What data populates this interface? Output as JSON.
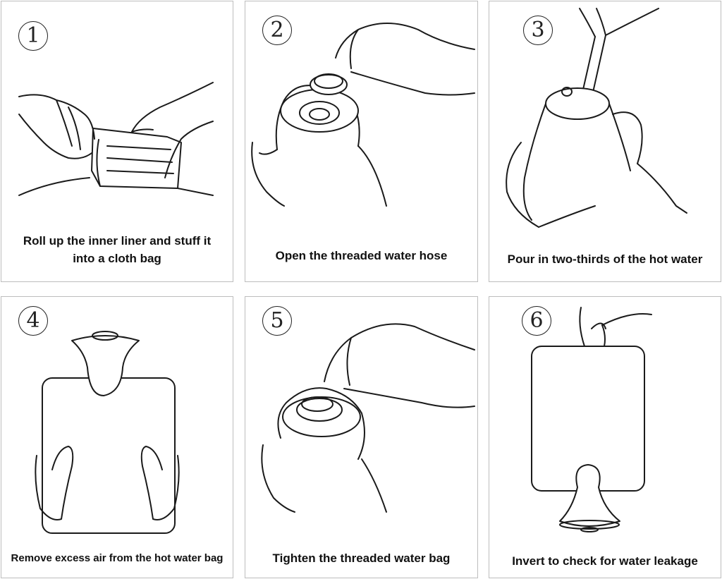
{
  "steps": [
    {
      "number": "1",
      "caption": "Roll up the inner liner and stuff it into a cloth bag"
    },
    {
      "number": "2",
      "caption": "Open the threaded water hose"
    },
    {
      "number": "3",
      "caption": "Pour in two-thirds of the hot water"
    },
    {
      "number": "4",
      "caption": "Remove excess air from the hot water bag"
    },
    {
      "number": "5",
      "caption": "Tighten the threaded water bag"
    },
    {
      "number": "6",
      "caption": "Invert to check for water leakage"
    }
  ]
}
